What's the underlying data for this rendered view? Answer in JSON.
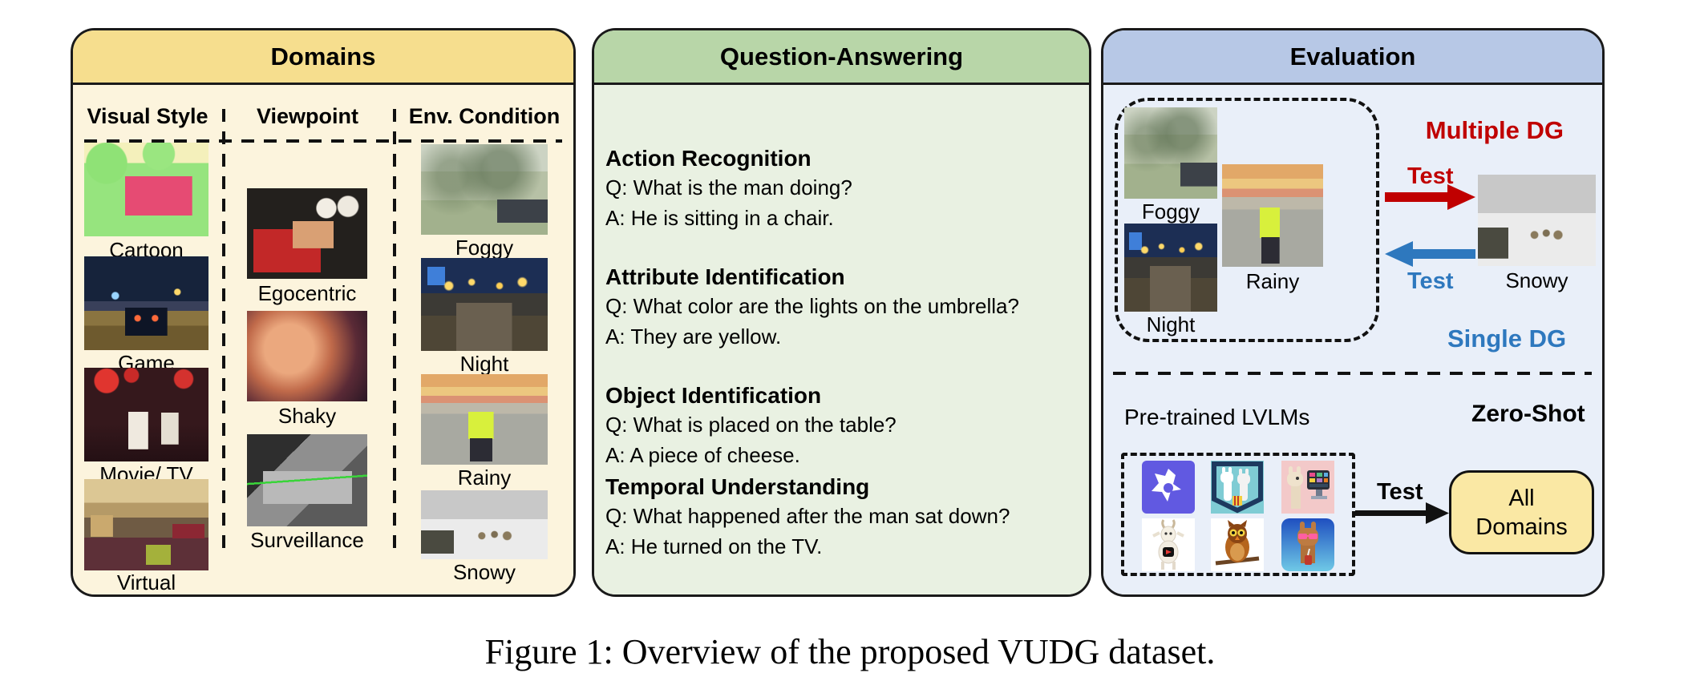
{
  "caption": "Figure 1: Overview of the proposed VUDG dataset.",
  "colors": {
    "domains_header_bg": "#F6DE8E",
    "domains_body_bg": "#FCF4DD",
    "qa_header_bg": "#B8D6A8",
    "qa_body_bg": "#E9F1E2",
    "eval_header_bg": "#B7C8E6",
    "eval_body_bg": "#E9EFF9",
    "accent_red": "#C00000",
    "accent_blue": "#2E78BE",
    "all_domains_bg": "#FAE8A4"
  },
  "domains": {
    "title": "Domains",
    "columns": [
      {
        "header": "Visual Style",
        "items": [
          {
            "label": "Cartoon"
          },
          {
            "label": "Game"
          },
          {
            "label": "Movie/ TV"
          },
          {
            "label": "Virtual"
          }
        ]
      },
      {
        "header": "Viewpoint",
        "items": [
          {
            "label": "Egocentric"
          },
          {
            "label": "Shaky"
          },
          {
            "label": "Surveillance"
          }
        ]
      },
      {
        "header": "Env. Condition",
        "items": [
          {
            "label": "Foggy"
          },
          {
            "label": "Night"
          },
          {
            "label": "Rainy"
          },
          {
            "label": "Snowy"
          }
        ]
      }
    ]
  },
  "qa": {
    "title": "Question-Answering",
    "sections": [
      {
        "heading": "Action Recognition",
        "q": "Q: What is the man doing?",
        "a": "A: He is sitting in a chair."
      },
      {
        "heading": "Attribute Identification",
        "q": "Q: What color are the lights on the umbrella?",
        "a": "A: They are yellow."
      },
      {
        "heading": "Object Identification",
        "q": "Q: What is placed on the table?",
        "a": "A: A piece of cheese."
      },
      {
        "heading": "Temporal Understanding",
        "q": "Q: What happened after the man sat down?",
        "a": "A: He turned on the TV."
      }
    ]
  },
  "evaluation": {
    "title": "Evaluation",
    "multiple_dg": "Multiple DG",
    "single_dg": "Single DG",
    "test_red": "Test",
    "test_blue": "Test",
    "test_black": "Test",
    "source_domains": [
      {
        "label": "Foggy"
      },
      {
        "label": "Night"
      },
      {
        "label": "Rainy"
      }
    ],
    "target_domain": {
      "label": "Snowy"
    },
    "pretrained_lvlms": "Pre-trained LVLMs",
    "zero_shot": "Zero-Shot",
    "all_domains": "All Domains",
    "lvlm_icons": [
      {
        "name": "purple-logo-icon"
      },
      {
        "name": "llama-pair-icon"
      },
      {
        "name": "llama-monitor-icon"
      },
      {
        "name": "goat-icon"
      },
      {
        "name": "owl-icon"
      },
      {
        "name": "llama-sunglasses-icon"
      }
    ]
  }
}
